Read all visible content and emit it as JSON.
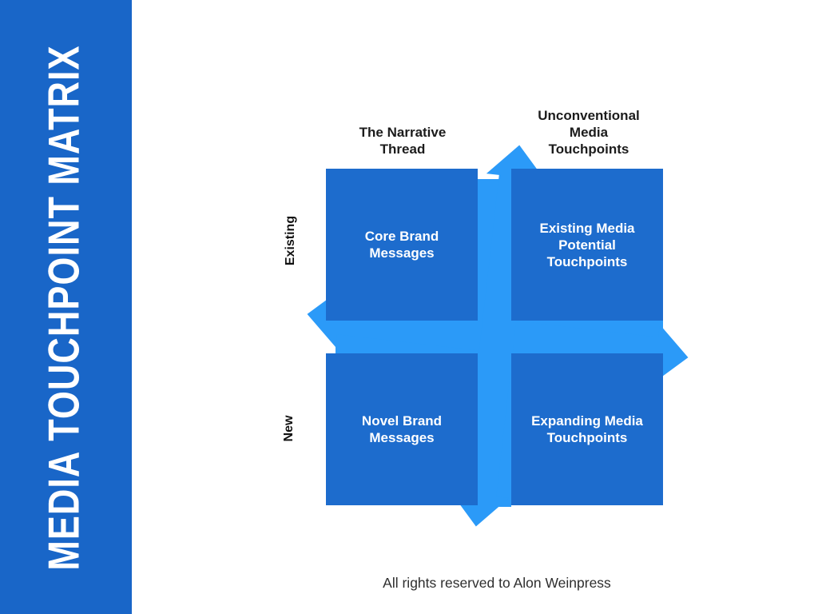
{
  "page": {
    "background_color": "#ffffff"
  },
  "sidebar": {
    "title": "MEDIA TOUCHPOINT MATRIX",
    "background_color": "#1966C8",
    "text_color": "#ffffff"
  },
  "matrix": {
    "column_headers": [
      {
        "label": "The Narrative Thread"
      },
      {
        "label": "Unconventional Media Touchpoints"
      }
    ],
    "row_labels": [
      {
        "label": "Existing"
      },
      {
        "label": "New"
      }
    ],
    "cells": [
      {
        "row": "Existing",
        "column": "The Narrative Thread",
        "label": "Core Brand Messages"
      },
      {
        "row": "Existing",
        "column": "Unconventional Media Touchpoints",
        "label": "Existing Media Potential Touchpoints"
      },
      {
        "row": "New",
        "column": "The Narrative Thread",
        "label": "Novel Brand Messages"
      },
      {
        "row": "New",
        "column": "Unconventional Media Touchpoints",
        "label": "Expanding Media Touchpoints"
      }
    ],
    "colors": {
      "cell_background": "#1D6CCD",
      "cell_text": "#ffffff",
      "arrow": "#2B9AF8",
      "header_text": "#1c1c1c"
    }
  },
  "footer": {
    "text": "All rights reserved to Alon Weinpress",
    "text_color": "#2e2e2e"
  }
}
